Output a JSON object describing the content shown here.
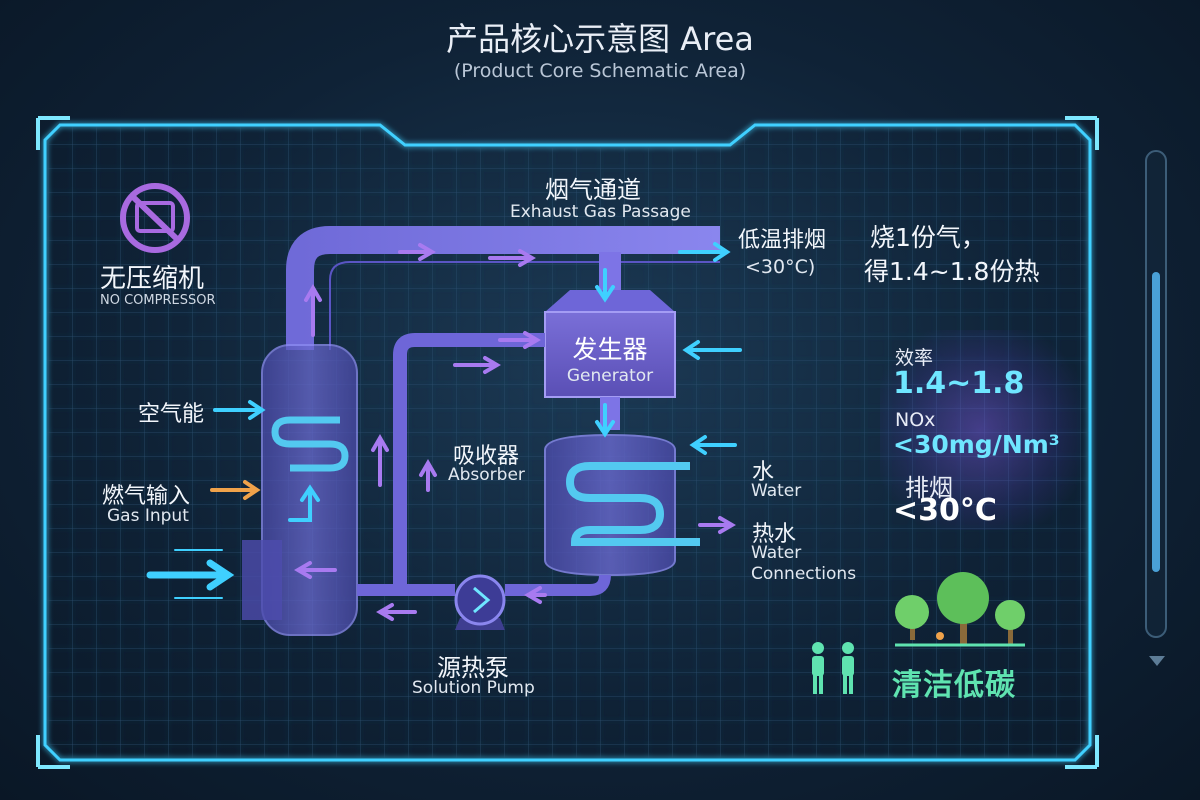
{
  "header": {
    "title": "产品核心示意图 Area",
    "subtitle": "(Product Core Schematic Area)"
  },
  "no_compressor": {
    "cn": "无压缩机",
    "en": "NO COMPRESSOR",
    "icon": "no-compressor-icon"
  },
  "exhaust_passage": {
    "cn": "烟气通道",
    "en": "Exhaust Gas Passage"
  },
  "low_temp_exhaust": {
    "cn": "低温排烟",
    "value": "<30°C)"
  },
  "ratio_note": {
    "line1": "烧1份气，",
    "line2": "得1.4~1.8份热"
  },
  "generator": {
    "cn": "发生器",
    "en": "Generator"
  },
  "absorber": {
    "cn": "吸收器",
    "en": "Absorber"
  },
  "air_energy": {
    "cn": "空气能"
  },
  "gas_input": {
    "cn": "燃气输入",
    "en": "Gas Input"
  },
  "solution_pump": {
    "cn": "源热泵",
    "en": "Solution Pump"
  },
  "water_in": {
    "cn": "水",
    "en": "Water"
  },
  "hot_water": {
    "cn": "热水",
    "en1": "Water",
    "en2": "Connections"
  },
  "metrics": {
    "efficiency_label": "效率",
    "efficiency_value": "1.4~1.8",
    "nox_label": "NOx",
    "nox_value": "<30mg/Nm³",
    "exhaust_label": "排烟",
    "exhaust_value": "<30°C"
  },
  "clean": {
    "label": "清洁低碳"
  },
  "colors": {
    "accent_cyan": "#3fd0ff",
    "pipe_purple": "#7d74e6",
    "module_purple": "#5b4fb8",
    "metric_cyan": "#6fe6ff",
    "clean_green": "#5fe3b0",
    "gas_orange": "#f0a24a"
  }
}
